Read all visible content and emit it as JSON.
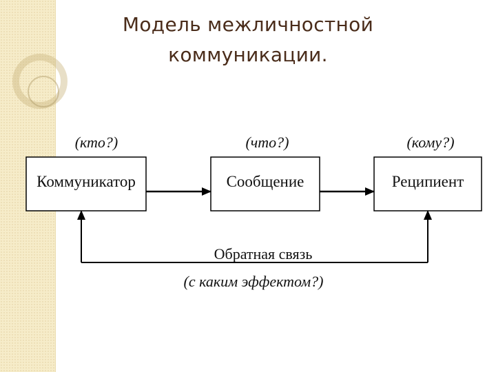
{
  "title": {
    "line1": "Модель межличностной",
    "line2": "коммуникации."
  },
  "diagram": {
    "nodes": [
      {
        "question": "(кто?)",
        "label": "Коммуникатор"
      },
      {
        "question": "(что?)",
        "label": "Сообщение"
      },
      {
        "question": "(кому?)",
        "label": "Реципиент"
      }
    ],
    "feedback": {
      "line1": "Обратная связь",
      "line2": "(с каким эффектом?)"
    }
  }
}
